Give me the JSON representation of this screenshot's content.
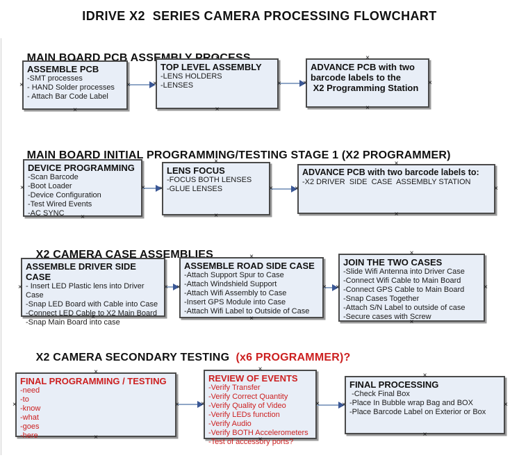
{
  "title": "IDRIVE X2  SERIES CAMERA PROCESSING FLOWCHART",
  "icons": {
    "connection_point": "×"
  },
  "colors": {
    "box_fill": "#E8EEF7",
    "box_border": "#4A4A4A",
    "box_shadow": "#9A9A9A",
    "arrow_line": "#8FA6C6",
    "arrow_head": "#3A5795",
    "red_text": "#CC2020"
  },
  "sections": [
    {
      "heading": "MAIN BOARD PCB ASSEMBLY PROCESS",
      "boxes": [
        {
          "title": "ASSEMBLE PCB",
          "items": [
            "-SMT processes",
            "- HAND Solder processes",
            "- Attach Bar Code Label"
          ]
        },
        {
          "title": "TOP LEVEL ASSEMBLY",
          "items": [
            "-LENS HOLDERS",
            "-LENSES"
          ]
        },
        {
          "title": "ADVANCE PCB with two\nbarcode labels to the\n X2 Programming Station",
          "items": []
        }
      ]
    },
    {
      "heading": "MAIN BOARD INITIAL PROGRAMMING/TESTING STAGE 1 (X2 PROGRAMMER)",
      "boxes": [
        {
          "title": "DEVICE PROGRAMMING",
          "items": [
            "-Scan Barcode",
            "-Boot Loader",
            "-Device Configuration",
            "-Test Wired Events",
            "-AC SYNC"
          ]
        },
        {
          "title": "LENS FOCUS",
          "items": [
            "-FOCUS BOTH LENSES",
            "-GLUE LENSES"
          ]
        },
        {
          "title": "ADVANCE PCB with two barcode labels to:",
          "items": [
            "-X2 DRIVER  SIDE  CASE  ASSEMBLY STATION"
          ]
        }
      ]
    },
    {
      "heading": "X2 CAMERA CASE ASSEMBLIES",
      "boxes": [
        {
          "title": "ASSEMBLE DRIVER SIDE CASE",
          "items": [
            "- Insert LED Plastic lens into Driver Case",
            "-Snap LED Board with Cable into Case",
            "-Connect LED Cable to X2 Main Board",
            "-Snap Main Board into case"
          ]
        },
        {
          "title": "ASSEMBLE ROAD SIDE CASE",
          "items": [
            "-Attach Support Spur to Case",
            "-Attach Windshield Support",
            "-Attach Wifi Assembly to Case",
            "-Insert GPS Module into Case",
            "-Attach Wifi Label to Outside of Case"
          ]
        },
        {
          "title": "JOIN THE TWO CASES",
          "items": [
            "-Slide Wifi Antenna into Driver Case",
            "-Connect Wifi Cable to Main Board",
            "-Connect GPS Cable to Main Board",
            "-Snap Cases Together",
            "-Attach S/N Label to outside of case",
            "-Secure cases with Screw"
          ]
        }
      ]
    },
    {
      "heading": "X2 CAMERA SECONDARY TESTING",
      "heading_suffix": "  (x6 PROGRAMMER)?",
      "boxes": [
        {
          "title": "FINAL PROGRAMMING / TESTING",
          "items": [
            "-need",
            "-to",
            "-know",
            "-what",
            "-goes",
            "-here"
          ]
        },
        {
          "title": "REVIEW OF EVENTS",
          "items": [
            "-Verify Transfer",
            "-Verify Correct Quantity",
            "-Verify Quality of Video",
            "-Verify LEDs function",
            "-Verify Audio",
            "-Verify BOTH Accelerometers",
            "-Test of accessory ports?"
          ]
        },
        {
          "title": "FINAL PROCESSING",
          "items": [
            " -Check Final Box",
            "-Place In Bubble wrap Bag and BOX",
            "-Place Barcode Label on Exterior or Box"
          ]
        }
      ]
    }
  ]
}
